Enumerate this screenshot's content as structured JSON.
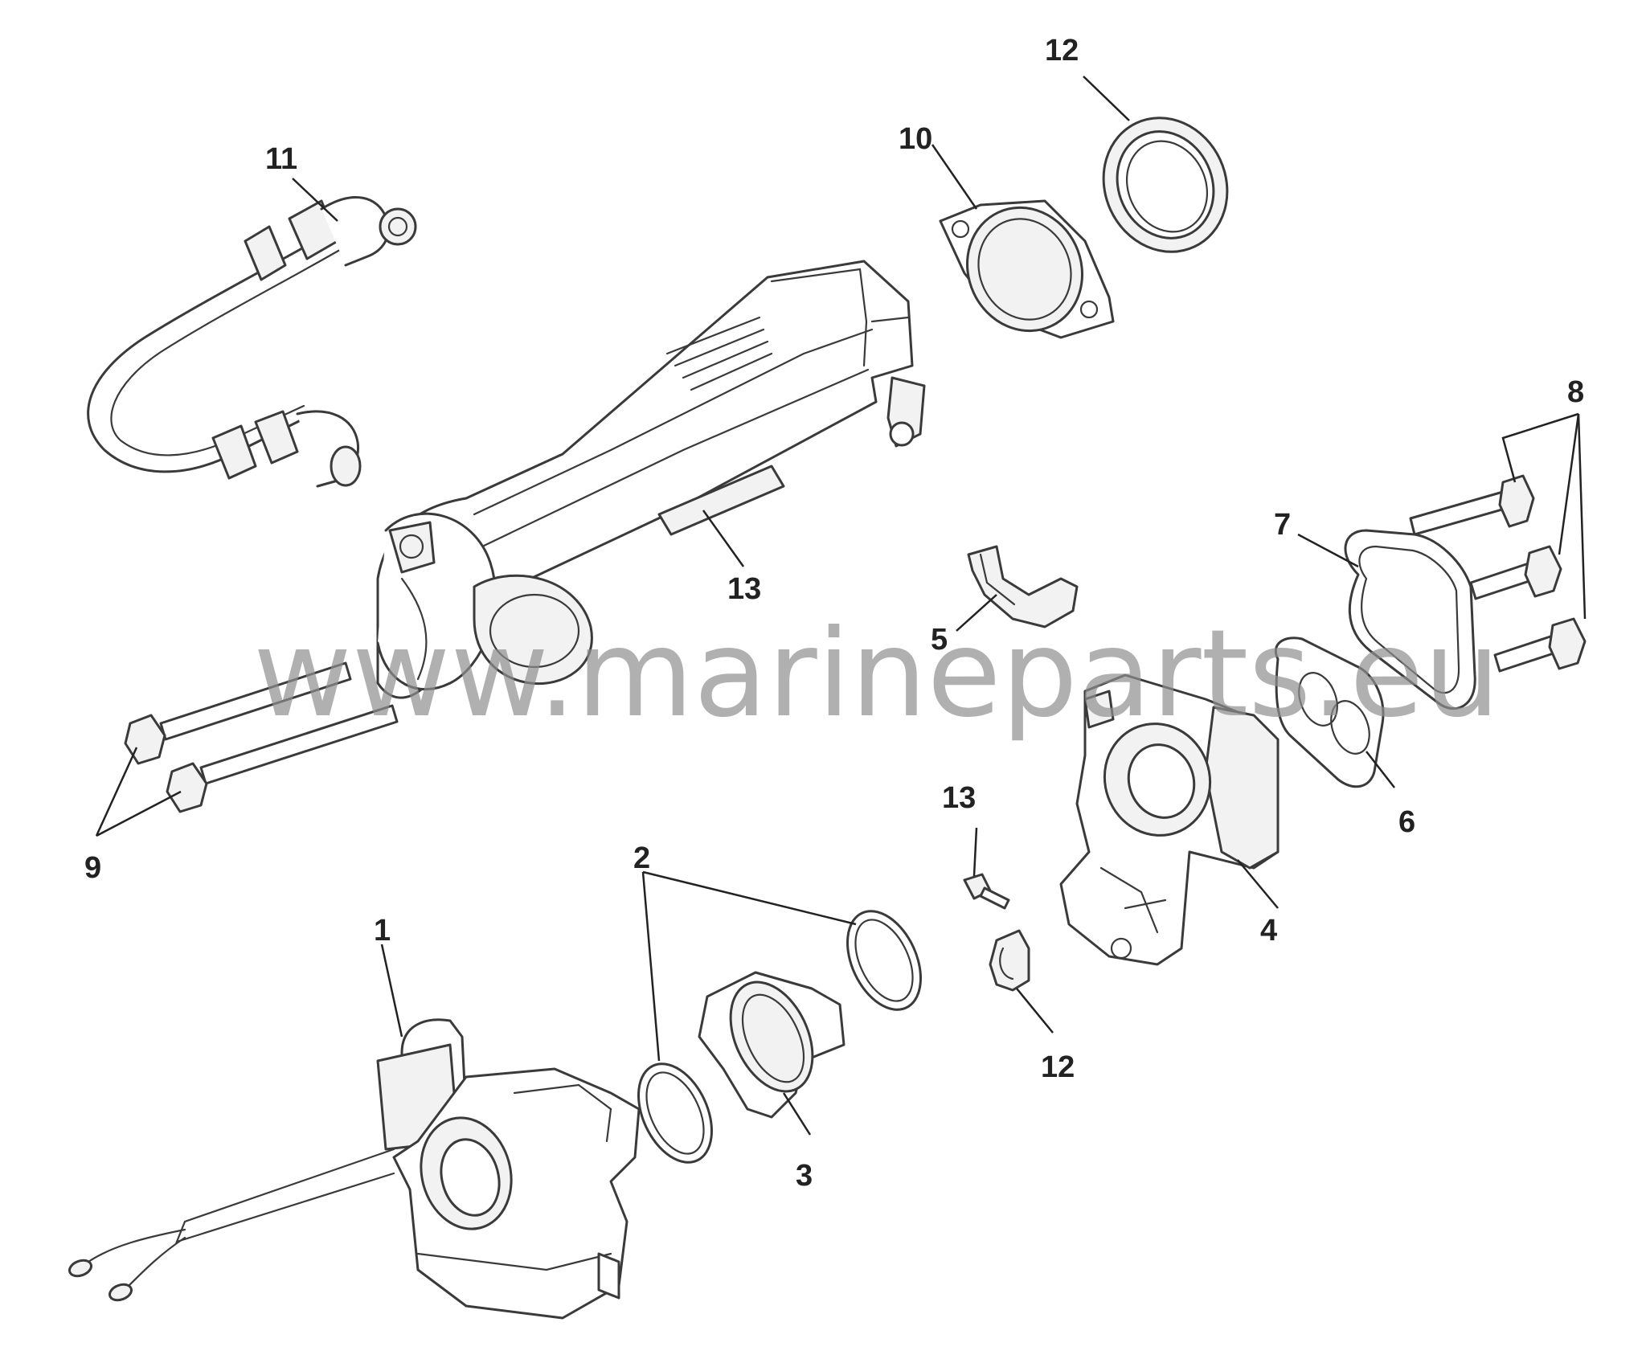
{
  "watermark": "www.marineparts.eu",
  "callouts": [
    "1",
    "2",
    "3",
    "4",
    "5",
    "6",
    "7",
    "8",
    "9",
    "10",
    "11",
    "12",
    "12",
    "13",
    "13"
  ],
  "parts": [
    {
      "callout": "1",
      "icon": "carburetor-icon"
    },
    {
      "callout": "2",
      "icon": "o-ring-icon"
    },
    {
      "callout": "3",
      "icon": "intake-adapter-icon"
    },
    {
      "callout": "4",
      "icon": "throttle-body-icon"
    },
    {
      "callout": "5",
      "icon": "bracket-clip-icon"
    },
    {
      "callout": "6",
      "icon": "gasket-icon"
    },
    {
      "callout": "7",
      "icon": "gasket-icon"
    },
    {
      "callout": "8",
      "icon": "bolt-icon"
    },
    {
      "callout": "9",
      "icon": "long-bolt-icon"
    },
    {
      "callout": "10",
      "icon": "flange-icon"
    },
    {
      "callout": "11",
      "icon": "hose-icon"
    },
    {
      "callout": "12",
      "icon": "seal-ring-icon"
    },
    {
      "callout": "13",
      "icon": "intake-silencer-icon"
    }
  ]
}
